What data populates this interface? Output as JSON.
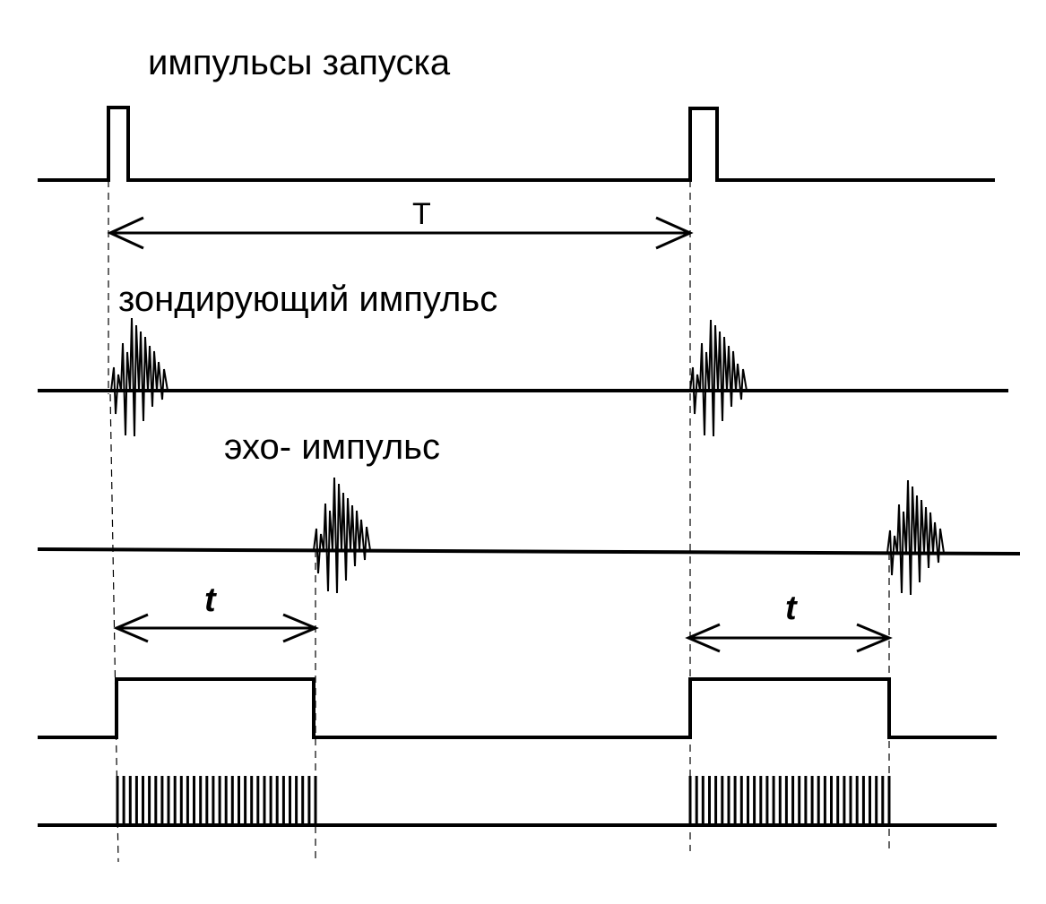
{
  "labels": {
    "trigger_pulses": "импульсы запуска",
    "period": "T",
    "probe_pulse": "зондирующий импульс",
    "echo_pulse": "эхо- импульс",
    "delay_1": "t",
    "delay_2": "t"
  },
  "colors": {
    "ink": "#000000",
    "background": "#ffffff"
  }
}
